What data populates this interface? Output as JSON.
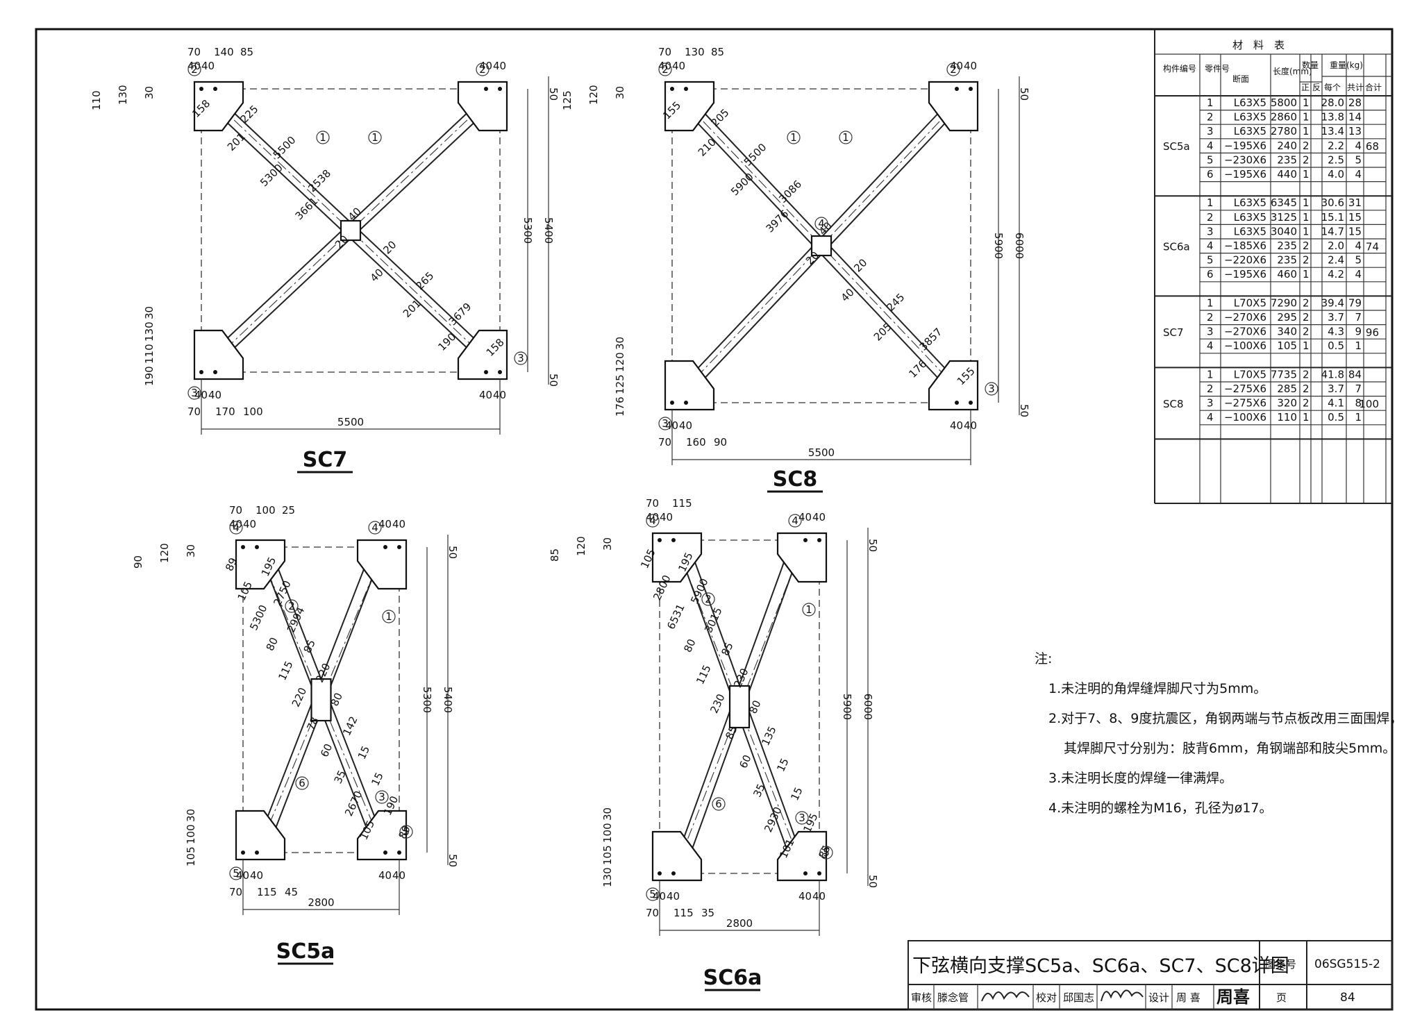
{
  "drawings": [
    {
      "id": "SC7",
      "label": "SC7",
      "dims": {
        "top": [
          "70",
          "140",
          "85"
        ],
        "top2": [
          "40",
          "40"
        ],
        "topr": [
          "40",
          "40"
        ],
        "left": [
          "30",
          "130",
          "110"
        ],
        "left2": [
          "190",
          "110",
          "130",
          "30"
        ],
        "diag": [
          "158",
          "225",
          "201",
          "5500",
          "5300",
          "2538",
          "3661",
          "40",
          "20",
          "20",
          "40",
          "265",
          "201",
          "3679",
          "190",
          "158"
        ],
        "bot": [
          "40",
          "40",
          "70",
          "170",
          "100"
        ],
        "botr": [
          "40",
          "40"
        ],
        "width": "5500",
        "h1": "5300",
        "h2": "5400",
        "e1": "50",
        "e2": "50"
      }
    },
    {
      "id": "SC8",
      "label": "SC8",
      "dims": {
        "top": [
          "70",
          "130",
          "85"
        ],
        "top2": [
          "40",
          "40"
        ],
        "topr": [
          "40",
          "40"
        ],
        "left": [
          "30",
          "120",
          "125"
        ],
        "left2": [
          "176",
          "125",
          "120",
          "30"
        ],
        "diag": [
          "155",
          "205",
          "210",
          "5500",
          "5900",
          "3086",
          "3976",
          "40",
          "20",
          "20",
          "40",
          "245",
          "205",
          "3857",
          "176",
          "155"
        ],
        "bot": [
          "40",
          "40",
          "70",
          "160",
          "90"
        ],
        "botr": [
          "40",
          "40"
        ],
        "width": "5500",
        "h1": "5900",
        "h2": "6000",
        "e1": "50",
        "e2": "50"
      }
    },
    {
      "id": "SC5a",
      "label": "SC5a",
      "dims": {
        "top": [
          "70",
          "100",
          "25"
        ],
        "top2": [
          "40",
          "40"
        ],
        "topr": [
          "40",
          "40"
        ],
        "left": [
          "30",
          "120",
          "90"
        ],
        "left2": [
          "105",
          "100",
          "30"
        ],
        "diag": [
          "89",
          "195",
          "105",
          "2750",
          "5300",
          "2994",
          "80",
          "85",
          "115",
          "220",
          "220",
          "80",
          "78",
          "142",
          "60",
          "15",
          "35",
          "15",
          "2670",
          "190",
          "105",
          "89"
        ],
        "bot": [
          "40",
          "40",
          "70",
          "115",
          "45"
        ],
        "botr": [
          "40",
          "40"
        ],
        "width": "2800",
        "h1": "5300",
        "h2": "5400",
        "e1": "50",
        "e2": "50"
      }
    },
    {
      "id": "SC6a",
      "label": "SC6a",
      "dims": {
        "top": [
          "70",
          "115"
        ],
        "top2": [
          "40",
          "40"
        ],
        "topr": [
          "40",
          "40"
        ],
        "left": [
          "30",
          "120",
          "85"
        ],
        "left2": [
          "130",
          "105",
          "100",
          "30"
        ],
        "diag": [
          "105",
          "195",
          "2800",
          "5900",
          "6531",
          "3015",
          "80",
          "85",
          "115",
          "230",
          "230",
          "80",
          "85",
          "135",
          "60",
          "15",
          "35",
          "15",
          "2930",
          "195",
          "101",
          "85"
        ],
        "bot": [
          "40",
          "40",
          "70",
          "115",
          "35"
        ],
        "botr": [
          "40",
          "40"
        ],
        "width": "2800",
        "h1": "5900",
        "h2": "6000",
        "e1": "50",
        "e2": "50"
      }
    }
  ],
  "material_table": {
    "title": "材　料　表",
    "headers": {
      "member": "构件编号",
      "part": "零件号",
      "section": "断面",
      "length": "长度(mm)",
      "qty": "数量",
      "qty_pos": "正",
      "qty_neg": "反",
      "weight": "重量(kg)",
      "each": "每个",
      "total": "共计",
      "sum": "合计"
    },
    "groups": [
      {
        "name": "SC5a",
        "sum": "68",
        "rows": [
          {
            "part": "1",
            "section": "L63X5",
            "length": "5800",
            "pos": "1",
            "neg": "",
            "each": "28.0",
            "total": "28"
          },
          {
            "part": "2",
            "section": "L63X5",
            "length": "2860",
            "pos": "1",
            "neg": "",
            "each": "13.8",
            "total": "14"
          },
          {
            "part": "3",
            "section": "L63X5",
            "length": "2780",
            "pos": "1",
            "neg": "",
            "each": "13.4",
            "total": "13"
          },
          {
            "part": "4",
            "section": "−195X6",
            "length": "240",
            "pos": "2",
            "neg": "",
            "each": "2.2",
            "total": "4"
          },
          {
            "part": "5",
            "section": "−230X6",
            "length": "235",
            "pos": "2",
            "neg": "",
            "each": "2.5",
            "total": "5"
          },
          {
            "part": "6",
            "section": "−195X6",
            "length": "440",
            "pos": "1",
            "neg": "",
            "each": "4.0",
            "total": "4"
          }
        ]
      },
      {
        "name": "SC6a",
        "sum": "74",
        "rows": [
          {
            "part": "1",
            "section": "L63X5",
            "length": "6345",
            "pos": "1",
            "neg": "",
            "each": "30.6",
            "total": "31"
          },
          {
            "part": "2",
            "section": "L63X5",
            "length": "3125",
            "pos": "1",
            "neg": "",
            "each": "15.1",
            "total": "15"
          },
          {
            "part": "3",
            "section": "L63X5",
            "length": "3040",
            "pos": "1",
            "neg": "",
            "each": "14.7",
            "total": "15"
          },
          {
            "part": "4",
            "section": "−185X6",
            "length": "235",
            "pos": "2",
            "neg": "",
            "each": "2.0",
            "total": "4"
          },
          {
            "part": "5",
            "section": "−220X6",
            "length": "235",
            "pos": "2",
            "neg": "",
            "each": "2.4",
            "total": "5"
          },
          {
            "part": "6",
            "section": "−195X6",
            "length": "460",
            "pos": "1",
            "neg": "",
            "each": "4.2",
            "total": "4"
          }
        ]
      },
      {
        "name": "SC7",
        "sum": "96",
        "rows": [
          {
            "part": "1",
            "section": "L70X5",
            "length": "7290",
            "pos": "2",
            "neg": "",
            "each": "39.4",
            "total": "79"
          },
          {
            "part": "2",
            "section": "−270X6",
            "length": "295",
            "pos": "2",
            "neg": "",
            "each": "3.7",
            "total": "7"
          },
          {
            "part": "3",
            "section": "−270X6",
            "length": "340",
            "pos": "2",
            "neg": "",
            "each": "4.3",
            "total": "9"
          },
          {
            "part": "4",
            "section": "−100X6",
            "length": "105",
            "pos": "1",
            "neg": "",
            "each": "0.5",
            "total": "1"
          }
        ]
      },
      {
        "name": "SC8",
        "sum": "100",
        "rows": [
          {
            "part": "1",
            "section": "L70X5",
            "length": "7735",
            "pos": "2",
            "neg": "",
            "each": "41.8",
            "total": "84"
          },
          {
            "part": "2",
            "section": "−275X6",
            "length": "285",
            "pos": "2",
            "neg": "",
            "each": "3.7",
            "total": "7"
          },
          {
            "part": "3",
            "section": "−275X6",
            "length": "320",
            "pos": "2",
            "neg": "",
            "each": "4.1",
            "total": "8"
          },
          {
            "part": "4",
            "section": "−100X6",
            "length": "110",
            "pos": "1",
            "neg": "",
            "each": "0.5",
            "total": "1"
          }
        ]
      }
    ]
  },
  "notes": {
    "heading": "注:",
    "items": [
      "1.未注明的角焊缝焊脚尺寸为5mm。",
      "2.对于7、8、9度抗震区，角钢两端与节点板改用三面围焊，",
      "其焊脚尺寸分别为：肢背6mm，角钢端部和肢尖5mm。",
      "3.未注明长度的焊缝一律满焊。",
      "4.未注明的螺栓为M16，孔径为ø17。"
    ]
  },
  "title_block": {
    "title": "下弦横向支撑SC5a、SC6a、SC7、SC8详图",
    "atlas_label": "图集号",
    "atlas_no": "06SG515-2",
    "page_label": "页",
    "page_no": "84",
    "review_label": "审核",
    "review_name": "滕念管",
    "check_label": "校对",
    "check_name": "邱国志",
    "design_label": "设计",
    "design_name": "周 喜",
    "sig_design": "周喜"
  }
}
